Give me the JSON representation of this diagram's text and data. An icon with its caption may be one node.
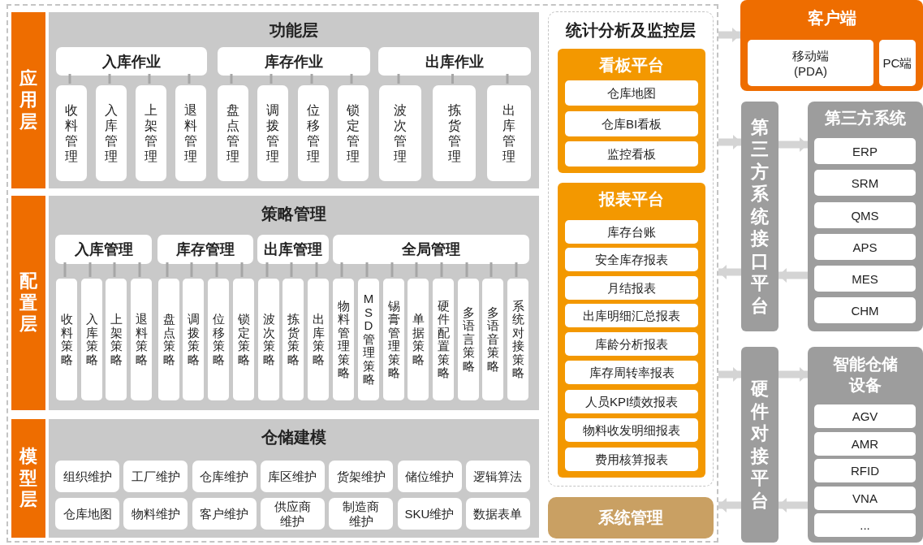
{
  "diagram": {
    "nodes": [
      {
        "text": [],
        "shape": "box"
      },
      {
        "text": [
          "应用层"
        ],
        "in": 0
      },
      {
        "text": [
          "功能层"
        ],
        "in": 0
      },
      {
        "text": [
          "入库作业"
        ],
        "in": 2
      },
      {
        "text": [
          "库存作业"
        ],
        "in": 2
      },
      {
        "text": [
          "出库作业"
        ],
        "in": 2
      },
      {
        "text": [
          "收料管理"
        ],
        "in": 2
      },
      {
        "text": [
          "入库管理"
        ],
        "in": 2
      },
      {
        "text": [
          "上架管理"
        ],
        "in": 2
      },
      {
        "text": [
          "退料管理"
        ],
        "in": 2
      },
      {
        "text": [
          "盘点管理"
        ],
        "in": 2
      },
      {
        "text": [
          "调拨管理"
        ],
        "in": 2
      },
      {
        "text": [
          "位移管理"
        ],
        "in": 2
      },
      {
        "text": [
          "锁定管理"
        ],
        "in": 2
      },
      {
        "text": [
          "波次管理"
        ],
        "in": 2
      },
      {
        "text": [
          "拣货管理"
        ],
        "in": 2
      },
      {
        "text": [
          "出库管理"
        ],
        "in": 2
      },
      {
        "text": [
          "配置层"
        ],
        "in": 0
      },
      {
        "text": [
          "策略管理"
        ],
        "in": 0
      },
      {
        "text": [
          "入库管理"
        ],
        "in": 18
      },
      {
        "text": [
          "库存管理"
        ],
        "in": 18
      },
      {
        "text": [
          "出库管理"
        ],
        "in": 18
      },
      {
        "text": [
          "全局管理"
        ],
        "in": 18
      },
      {
        "text": [
          "收料策略"
        ],
        "in": 18
      },
      {
        "text": [
          "入库策略"
        ],
        "in": 18
      },
      {
        "text": [
          "上架策略"
        ],
        "in": 18
      },
      {
        "text": [
          "退料策略"
        ],
        "in": 18
      },
      {
        "text": [
          "盘点策略"
        ],
        "in": 18
      },
      {
        "text": [
          "调拨策略"
        ],
        "in": 18
      },
      {
        "text": [
          "位移策略"
        ],
        "in": 18
      },
      {
        "text": [
          "锁定策略"
        ],
        "in": 18
      },
      {
        "text": [
          "波次策略"
        ],
        "in": 18
      },
      {
        "text": [
          "拣货策略"
        ],
        "in": 18
      },
      {
        "text": [
          "出库策略"
        ],
        "in": 18
      },
      {
        "text": [
          "物料管理策略"
        ],
        "in": 18
      },
      {
        "text": [
          "MSD管理策略"
        ],
        "in": 18
      },
      {
        "text": [
          "锡膏管理策略"
        ],
        "in": 18
      },
      {
        "text": [
          "单据策略"
        ],
        "in": 18
      },
      {
        "text": [
          "硬件配置策略"
        ],
        "in": 18
      },
      {
        "text": [
          "多语言策略"
        ],
        "in": 18
      },
      {
        "text": [
          "多语音策略"
        ],
        "in": 18
      },
      {
        "text": [
          "系统对接策略"
        ],
        "in": 18
      },
      {
        "text": [
          "模型层"
        ],
        "in": 0
      },
      {
        "text": [
          "仓储建模"
        ],
        "in": 0
      },
      {
        "text": [
          "组织维护"
        ],
        "in": 43
      },
      {
        "text": [
          "工厂维护"
        ],
        "in": 43
      },
      {
        "text": [
          "仓库维护"
        ],
        "in": 43
      },
      {
        "text": [
          "库区维护"
        ],
        "in": 43
      },
      {
        "text": [
          "货架维护"
        ],
        "in": 43
      },
      {
        "text": [
          "储位维护"
        ],
        "in": 43
      },
      {
        "text": [
          "逻辑算法"
        ],
        "in": 43
      },
      {
        "text": [
          "仓库地图"
        ],
        "in": 43
      },
      {
        "text": [
          "物料维护"
        ],
        "in": 43
      },
      {
        "text": [
          "客户维护"
        ],
        "in": 43
      },
      {
        "text": [
          "供应商维护"
        ],
        "in": 43
      },
      {
        "text": [
          "制造商维护"
        ],
        "in": 43
      },
      {
        "text": [
          "SKU维护"
        ],
        "in": 43
      },
      {
        "text": [
          "数据表单"
        ],
        "in": 43
      },
      {
        "text": [
          "统计分析及监控层"
        ],
        "in": 0
      },
      {
        "text": [
          "看板平台"
        ],
        "in": 58
      },
      {
        "text": [
          "仓库地图"
        ],
        "in": 59
      },
      {
        "text": [
          "仓库BI看板"
        ],
        "in": 59
      },
      {
        "text": [
          "监控看板"
        ],
        "in": 59
      },
      {
        "text": [
          "报表平台"
        ],
        "in": 58
      },
      {
        "text": [
          "库存台账"
        ],
        "in": 63
      },
      {
        "text": [
          "安全库存报表"
        ],
        "in": 63
      },
      {
        "text": [
          "月结报表"
        ],
        "in": 63
      },
      {
        "text": [
          "出库明细汇总报表"
        ],
        "in": 63
      },
      {
        "text": [
          "库龄分析报表"
        ],
        "in": 63
      },
      {
        "text": [
          "库存周转率报表"
        ],
        "in": 63
      },
      {
        "text": [
          "人员KPI绩效报表"
        ],
        "in": 63
      },
      {
        "text": [
          "物料收发明细报表"
        ],
        "in": 63
      },
      {
        "text": [
          "费用核算报表"
        ],
        "in": 63
      },
      {
        "text": [
          "系统管理"
        ],
        "in": 0
      },
      {
        "text": [
          "客户端"
        ]
      },
      {
        "text": [
          "移动端 (PDA)"
        ],
        "in": 74
      },
      {
        "text": [
          "PC端"
        ],
        "in": 74
      },
      {
        "text": [
          "第三方系统接口平台"
        ]
      },
      {
        "text": [
          "第三方系统"
        ]
      },
      {
        "text": [
          "ERP"
        ],
        "in": 78
      },
      {
        "text": [
          "SRM"
        ],
        "in": 78
      },
      {
        "text": [
          "QMS"
        ],
        "in": 78
      },
      {
        "text": [
          "APS"
        ],
        "in": 78
      },
      {
        "text": [
          "MES"
        ],
        "in": 78
      },
      {
        "text": [
          "CHM"
        ],
        "in": 78
      },
      {
        "text": [
          "硬件对接平台"
        ]
      },
      {
        "text": [
          "智能仓储设备"
        ]
      },
      {
        "text": [
          "AGV"
        ],
        "in": 86
      },
      {
        "text": [
          "AMR"
        ],
        "in": 86
      },
      {
        "text": [
          "RFID"
        ],
        "in": 86
      },
      {
        "text": [
          "VNA"
        ],
        "in": 86
      },
      {
        "text": [
          "..."
        ],
        "in": 86
      }
    ],
    "edges": [
      {
        "from": 3,
        "to": 6,
        "arrow": "none"
      },
      {
        "from": 3,
        "to": 7,
        "arrow": "none"
      },
      {
        "from": 3,
        "to": 8,
        "arrow": "none"
      },
      {
        "from": 3,
        "to": 9,
        "arrow": "none"
      },
      {
        "from": 4,
        "to": 10,
        "arrow": "none"
      },
      {
        "from": 4,
        "to": 11,
        "arrow": "none"
      },
      {
        "from": 4,
        "to": 12,
        "arrow": "none"
      },
      {
        "from": 4,
        "to": 13,
        "arrow": "none"
      },
      {
        "from": 5,
        "to": 14,
        "arrow": "none"
      },
      {
        "from": 5,
        "to": 15,
        "arrow": "none"
      },
      {
        "from": 5,
        "to": 16,
        "arrow": "none"
      },
      {
        "from": 19,
        "to": 23,
        "arrow": "none"
      },
      {
        "from": 19,
        "to": 24,
        "arrow": "none"
      },
      {
        "from": 19,
        "to": 25,
        "arrow": "none"
      },
      {
        "from": 19,
        "to": 26,
        "arrow": "none"
      },
      {
        "from": 20,
        "to": 27,
        "arrow": "none"
      },
      {
        "from": 20,
        "to": 28,
        "arrow": "none"
      },
      {
        "from": 20,
        "to": 29,
        "arrow": "none"
      },
      {
        "from": 20,
        "to": 30,
        "arrow": "none"
      },
      {
        "from": 21,
        "to": 31,
        "arrow": "none"
      },
      {
        "from": 21,
        "to": 32,
        "arrow": "none"
      },
      {
        "from": 21,
        "to": 33,
        "arrow": "none"
      },
      {
        "from": 22,
        "to": 34,
        "arrow": "none"
      },
      {
        "from": 22,
        "to": 35,
        "arrow": "none"
      },
      {
        "from": 22,
        "to": 36,
        "arrow": "none"
      },
      {
        "from": 22,
        "to": 37,
        "arrow": "none"
      },
      {
        "from": 22,
        "to": 38,
        "arrow": "none"
      },
      {
        "from": 22,
        "to": 39,
        "arrow": "none"
      },
      {
        "from": 22,
        "to": 40,
        "arrow": "none"
      },
      {
        "from": 22,
        "to": 41,
        "arrow": "none"
      },
      {
        "from": 0,
        "to": 74,
        "arrow": "to",
        "style": "thick",
        "color": "#d4d4d4"
      },
      {
        "from": 0,
        "to": 77,
        "arrow": "to",
        "style": "thick",
        "color": "#d4d4d4"
      },
      {
        "from": 77,
        "to": 0,
        "arrow": "to",
        "style": "thick",
        "color": "#d4d4d4"
      },
      {
        "from": 77,
        "to": 78,
        "arrow": "to",
        "style": "thick",
        "color": "#d4d4d4"
      },
      {
        "from": 78,
        "to": 77,
        "arrow": "to",
        "style": "thick",
        "color": "#d4d4d4"
      },
      {
        "from": 0,
        "to": 85,
        "arrow": "to",
        "style": "thick",
        "color": "#d4d4d4"
      },
      {
        "from": 85,
        "to": 0,
        "arrow": "to",
        "style": "thick",
        "color": "#d4d4d4"
      },
      {
        "from": 85,
        "to": 86,
        "arrow": "to",
        "style": "thick",
        "color": "#d4d4d4"
      },
      {
        "from": 86,
        "to": 85,
        "arrow": "to",
        "style": "thick",
        "color": "#d4d4d4"
      }
    ]
  }
}
